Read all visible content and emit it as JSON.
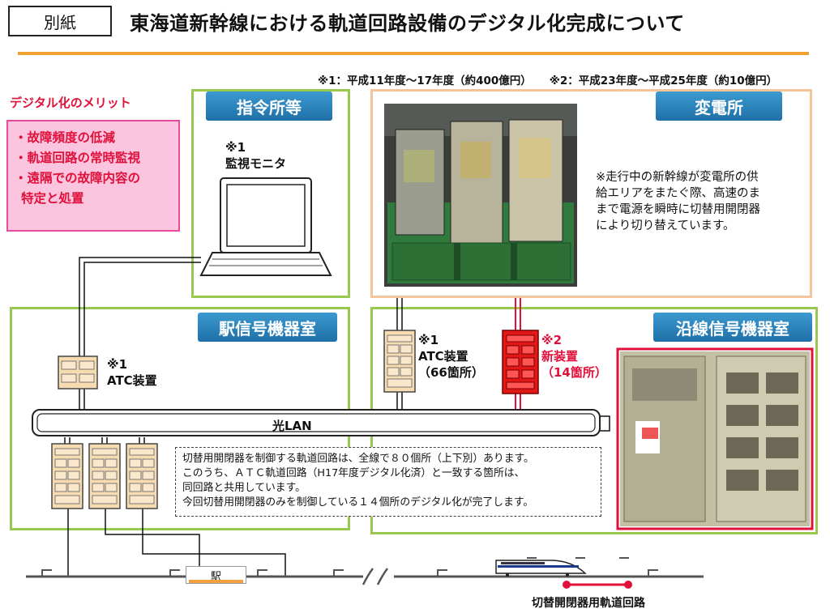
{
  "header": {
    "tag": "別紙",
    "title": "東海道新幹線における軌道回路設備のデジタル化完成について"
  },
  "footnotes": {
    "note1": "※1：平成11年度～17年度（約400億円）",
    "note2": "※2：平成23年度～平成25年度（約10億円）"
  },
  "merits": {
    "heading": "デジタル化のメリット",
    "items": [
      "・故障頻度の低減",
      "・軌道回路の常時監視",
      "・遠隔での故障内容の",
      "特定と処置"
    ]
  },
  "zones": {
    "command": "指令所等",
    "substation": "変電所",
    "station_room": "駅信号機器室",
    "wayside_room": "沿線信号機器室"
  },
  "monitor": {
    "mark": "※1",
    "label": "監視モニタ"
  },
  "substation_text": [
    "※走行中の新幹線が変電所の供",
    "給エリアをまたぐ際、高速のま",
    "まで電源を瞬時に切替用開閉器",
    "により切り替えています。"
  ],
  "atc_station": {
    "mark": "※1",
    "label": "ATC装置"
  },
  "atc_wayside": {
    "mark": "※1",
    "label": "ATC装置",
    "count": "（66箇所）"
  },
  "new_device": {
    "mark": "※2",
    "label": "新装置",
    "count": "（14箇所）"
  },
  "lan_label": "光LAN",
  "info": [
    "切替用開閉器を制御する軌道回路は、全線で８０個所（上下別）あります。",
    "このうち、ＡＴＣ軌道回路（H17年度デジタル化済）と一致する箇所は、",
    "同回路と共用しています。",
    "今回切替用開閉器のみを制御している１４個所のデジタル化が完了します。"
  ],
  "station_label": "駅",
  "track_label": "切替開閉器用軌道回路",
  "colors": {
    "accent_orange": "#f0a030",
    "zone_green": "#99c850",
    "zone_orange": "#f4c59b",
    "red": "#e0103a",
    "label_blue": "#2a80bc"
  }
}
